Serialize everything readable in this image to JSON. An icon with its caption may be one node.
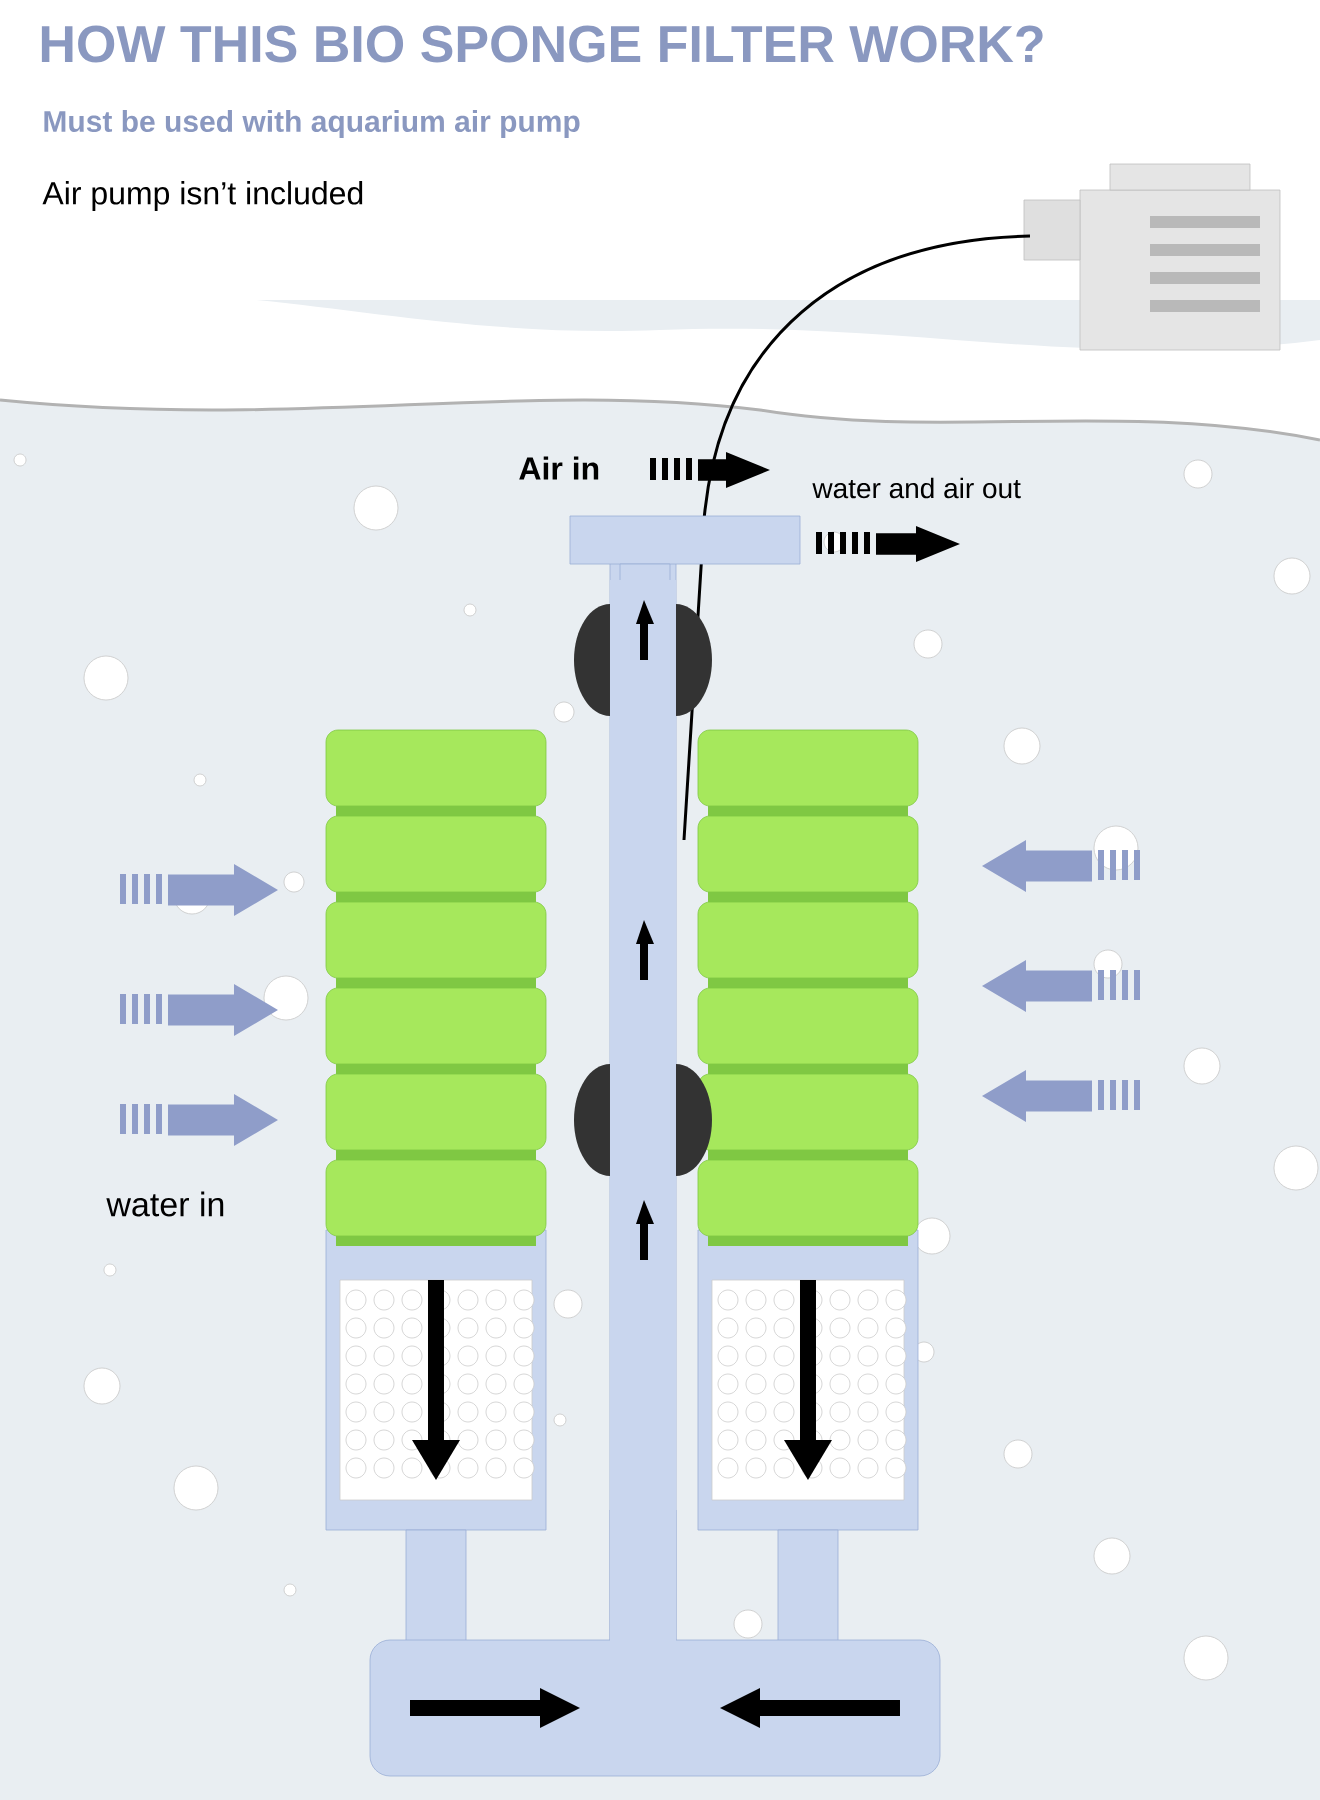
{
  "diagram": {
    "title": "HOW THIS BIO SPONGE FILTER WORK?",
    "labels": [
      "Must be used with aquarium air pump",
      "Air pump isn’t included",
      "Air in",
      "water and air out",
      "water in"
    ]
  }
}
